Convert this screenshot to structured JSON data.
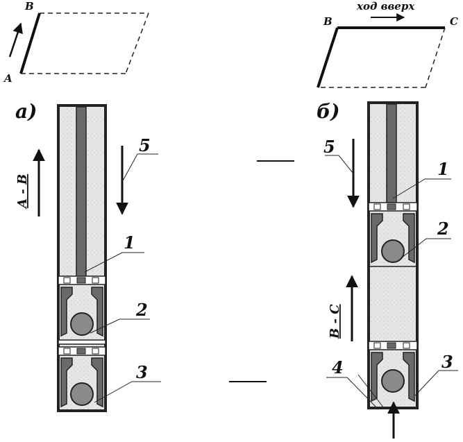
{
  "diagram": {
    "point_a": "A",
    "point_b": "B",
    "point_b2": "B",
    "point_c": "C",
    "stroke_caption": "ход вверх",
    "panel_a_label": "а)",
    "panel_b_label": "б)",
    "stage_a": "A - B",
    "stage_b": "B - C",
    "callouts": {
      "left_1": "1",
      "left_2": "2",
      "left_3": "3",
      "left_5": "5",
      "right_1": "1",
      "right_2": "2",
      "right_3": "3",
      "right_4": "4",
      "right_5": "5"
    },
    "colors": {
      "body_fill": "#e4e4e4",
      "rod": "#6a6a6a",
      "ball": "#8a8a8a",
      "outline": "#222222"
    }
  }
}
